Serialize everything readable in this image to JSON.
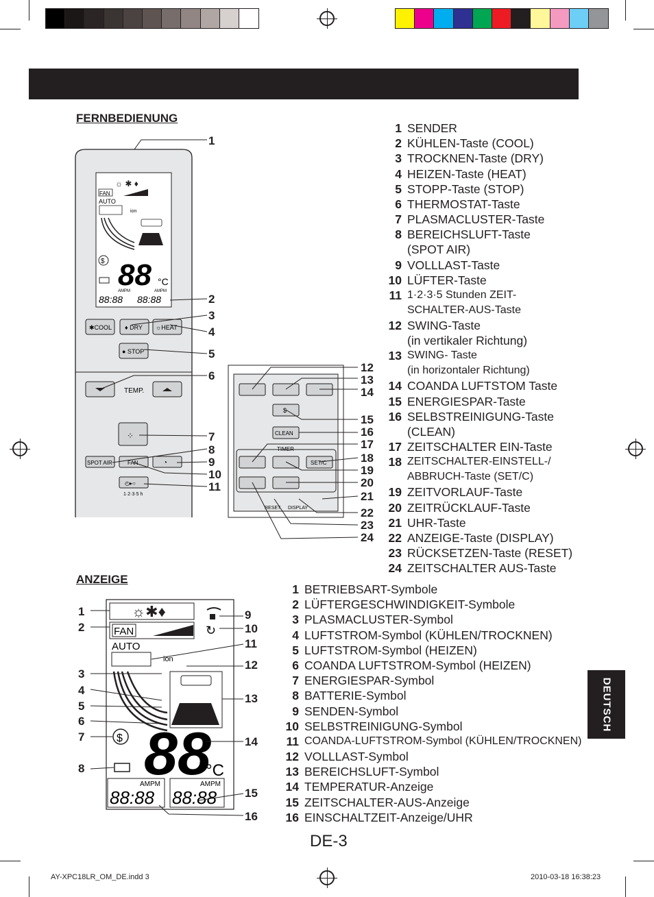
{
  "colors": {
    "gray_bar": [
      "#000000",
      "#1a1716",
      "#2b2625",
      "#3a3433",
      "#4a4341",
      "#5e5553",
      "#776d6a",
      "#918683",
      "#b0a7a4",
      "#d6d0ce",
      "#ffffff"
    ],
    "color_bar": [
      "#fff200",
      "#ec008c",
      "#00aeef",
      "#2e3192",
      "#00a651",
      "#ed1c24",
      "#231f20",
      "#fff799",
      "#f49ac1",
      "#6dcff6",
      "#939598"
    ]
  },
  "remote_section": {
    "title": "FERNBEDIENUNG",
    "items": [
      {
        "num": "1",
        "text": "SENDER"
      },
      {
        "num": "2",
        "text": "KÜHLEN-Taste (COOL)"
      },
      {
        "num": "3",
        "text": "TROCKNEN-Taste (DRY)"
      },
      {
        "num": "4",
        "text": "HEIZEN-Taste (HEAT)"
      },
      {
        "num": "5",
        "text": "STOPP-Taste (STOP)"
      },
      {
        "num": "6",
        "text": "THERMOSTAT-Taste"
      },
      {
        "num": "7",
        "text": "PLASMACLUSTER-Taste"
      },
      {
        "num": "8",
        "text": "BEREICHSLUFT-Taste\n(SPOT AIR)"
      },
      {
        "num": "9",
        "text": "VOLLLAST-Taste"
      },
      {
        "num": "10",
        "text": "LÜFTER-Taste"
      },
      {
        "num": "11",
        "text": "1·2·3·5 Stunden ZEIT-\nSCHALTER-AUS-Taste"
      },
      {
        "num": "12",
        "text": "SWING-Taste\n(in vertikaler Richtung)"
      },
      {
        "num": "13",
        "text": "SWING- Taste\n(in horizontaler Richtung)"
      },
      {
        "num": "14",
        "text": "COANDA LUFTSTOM Taste"
      },
      {
        "num": "15",
        "text": "ENERGIESPAR-Taste"
      },
      {
        "num": "16",
        "text": "SELBSTREINIGUNG-Taste\n(CLEAN)"
      },
      {
        "num": "17",
        "text": "ZEITSCHALTER EIN-Taste"
      },
      {
        "num": "18",
        "text": "ZEITSCHALTER-EINSTELL-/\nABBRUCH-Taste (SET/C)"
      },
      {
        "num": "19",
        "text": "ZEITVORLAUF-Taste"
      },
      {
        "num": "20",
        "text": "ZEITRÜCKLAUF-Taste"
      },
      {
        "num": "21",
        "text": "UHR-Taste"
      },
      {
        "num": "22",
        "text": "ANZEIGE-Taste (DISPLAY)"
      },
      {
        "num": "23",
        "text": "RÜCKSETZEN-Taste (RESET)"
      },
      {
        "num": "24",
        "text": "ZEITSCHALTER AUS-Taste"
      }
    ],
    "figure": {
      "buttons": {
        "cool": "COOL",
        "dry": "DRY",
        "heat": "HEAT",
        "stop": "STOP",
        "temp": "TEMP.",
        "spot_air": "SPOT AIR",
        "fan": "FAN",
        "timer_hours": "1·2·3·5 h",
        "clean": "CLEAN",
        "timer": "TIMER",
        "setc": "SET/C",
        "reset": "RESET",
        "display": "DISPLAY"
      },
      "lcd": {
        "fan": "FAN",
        "auto": "AUTO",
        "ion": "ion",
        "digits": "88",
        "unit": "°C",
        "ampm": "AMPM",
        "time": "88:88"
      },
      "callouts_left": [
        "1",
        "2",
        "3",
        "4",
        "5",
        "6",
        "7",
        "8",
        "9",
        "10",
        "11"
      ],
      "callouts_right": [
        "12",
        "13",
        "14",
        "15",
        "16",
        "17",
        "18",
        "19",
        "20",
        "21",
        "22",
        "23",
        "24"
      ]
    }
  },
  "display_section": {
    "title": "ANZEIGE",
    "items": [
      {
        "num": "1",
        "text": "BETRIEBSART-Symbole"
      },
      {
        "num": "2",
        "text": "LÜFTERGESCHWINDIGKEIT-Symbole"
      },
      {
        "num": "3",
        "text": "PLASMACLUSTER-Symbol"
      },
      {
        "num": "4",
        "text": "LUFTSTROM-Symbol (KÜHLEN/TROCKNEN)"
      },
      {
        "num": "5",
        "text": "LUFTSTROM-Symbol (HEIZEN)"
      },
      {
        "num": "6",
        "text": "COANDA LUFTSTROM-Symbol (HEIZEN)"
      },
      {
        "num": "7",
        "text": "ENERGIESPAR-Symbol"
      },
      {
        "num": "8",
        "text": "BATTERIE-Symbol"
      },
      {
        "num": "9",
        "text": "SENDEN-Symbol"
      },
      {
        "num": "10",
        "text": "SELBSTREINIGUNG-Symbol"
      },
      {
        "num": "11",
        "text": "COANDA-LUFTSTROM-Symbol (KÜHLEN/TROCKNEN)"
      },
      {
        "num": "12",
        "text": "VOLLLAST-Symbol"
      },
      {
        "num": "13",
        "text": "BEREICHSLUFT-Symbol"
      },
      {
        "num": "14",
        "text": "TEMPERATUR-Anzeige"
      },
      {
        "num": "15",
        "text": "ZEITSCHALTER-AUS-Anzeige"
      },
      {
        "num": "16",
        "text": "EINSCHALTZEIT-Anzeige/UHR"
      }
    ],
    "figure": {
      "fan": "FAN",
      "auto": "AUTO",
      "ion": "ion",
      "digits": "88",
      "unit": "°C",
      "ampm": "AMPM",
      "time": "88:88",
      "callouts_left": [
        "1",
        "2",
        "3",
        "4",
        "5",
        "6",
        "7",
        "8"
      ],
      "callouts_right": [
        "9",
        "10",
        "11",
        "12",
        "13",
        "14",
        "15",
        "16"
      ]
    }
  },
  "side_tab": "DEUTSCH",
  "page_number": "DE-3",
  "footer": {
    "file": "AY-XPC18LR_OM_DE.indd   3",
    "timestamp": "2010-03-18   16:38:23"
  }
}
